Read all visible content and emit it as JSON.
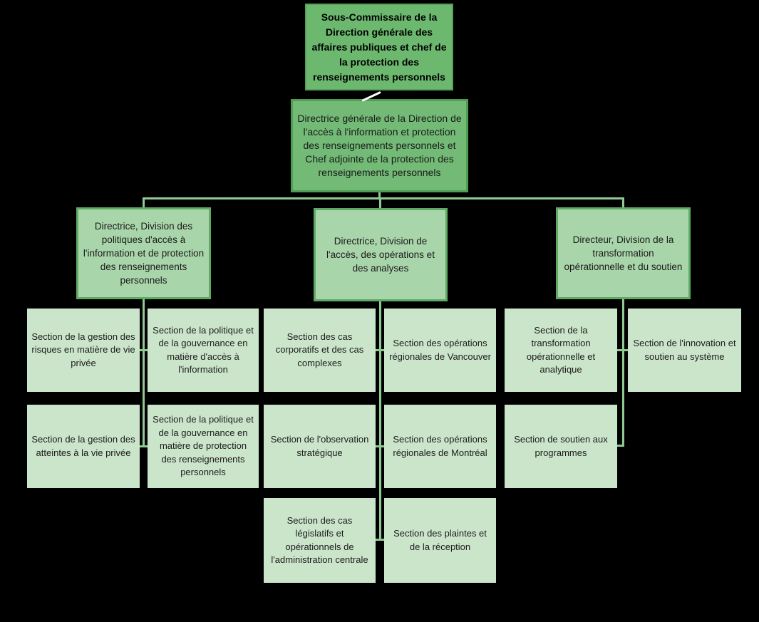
{
  "colors": {
    "background": "#000000",
    "root_fill": "#6CB86F",
    "root_border": "#55A159",
    "deputy_fill": "#72BA75",
    "deputy_border": "#4F9E53",
    "division_fill": "#A9D5AA",
    "division_border": "#5FAB63",
    "section_fill": "#CBE5CB",
    "connector": "#8FCB91",
    "connector_accent": "#FFFFFF",
    "text": "#1B1B1B"
  },
  "org": {
    "root": {
      "label": "Sous-Commissaire de la Direction générale des affaires publiques et chef de la protection des renseignements personnels"
    },
    "deputy": {
      "label": "Directrice générale de la Direction de l'accès à l'information et protection des renseignements personnels et Chef adjointe de la protection des renseignements personnels"
    },
    "divisions": [
      {
        "label": "Directrice, Division des politiques d'accès à l'information et de protection des renseignements personnels"
      },
      {
        "label": "Directrice, Division de l'accès, des opérations et des analyses"
      },
      {
        "label": "Directeur, Division de la transformation opérationnelle et du soutien"
      }
    ],
    "sections": [
      {
        "label": "Section de la gestion des risques en matière de vie privée"
      },
      {
        "label": "Section de la politique et de la gouvernance en matière d'accès à l'information"
      },
      {
        "label": "Section de la gestion des atteintes à la vie privée"
      },
      {
        "label": "Section de la politique et de la gouvernance en matière de protection des renseignements personnels"
      },
      {
        "label": "Section des cas corporatifs et des cas complexes"
      },
      {
        "label": "Section des opérations régionales de Vancouver"
      },
      {
        "label": "Section de l'observation stratégique"
      },
      {
        "label": "Section des opérations régionales de Montréal"
      },
      {
        "label": "Section des cas législatifs et opérationnels de l'administration centrale"
      },
      {
        "label": "Section des plaintes et de la réception"
      },
      {
        "label": "Section de la transformation opérationnelle et analytique"
      },
      {
        "label": "Section de l'innovation et soutien au système"
      },
      {
        "label": "Section de soutien aux programmes"
      }
    ]
  }
}
